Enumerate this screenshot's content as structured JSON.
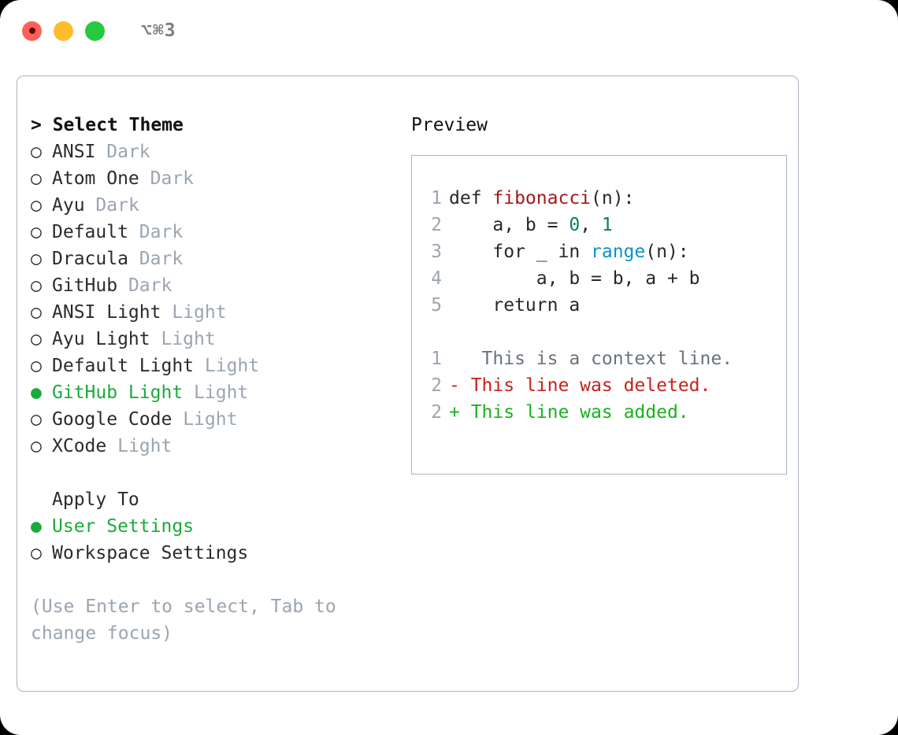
{
  "titlebar": {
    "shortcut": "⌥⌘3",
    "lights": [
      {
        "name": "close",
        "color": "#ff6059"
      },
      {
        "name": "minimize",
        "color": "#ffbd2e"
      },
      {
        "name": "zoom",
        "color": "#28c840"
      }
    ]
  },
  "theme_picker": {
    "header": "> Select Theme",
    "bullet_selected": "●",
    "bullet_unselected": "○",
    "items": [
      {
        "bullet": "○",
        "label": "ANSI",
        "suffix": "Dark",
        "selected": false
      },
      {
        "bullet": "○",
        "label": "Atom One",
        "suffix": "Dark",
        "selected": false
      },
      {
        "bullet": "○",
        "label": "Ayu",
        "suffix": "Dark",
        "selected": false
      },
      {
        "bullet": "○",
        "label": "Default",
        "suffix": "Dark",
        "selected": false
      },
      {
        "bullet": "○",
        "label": "Dracula",
        "suffix": "Dark",
        "selected": false
      },
      {
        "bullet": "○",
        "label": "GitHub",
        "suffix": "Dark",
        "selected": false
      },
      {
        "bullet": "○",
        "label": "ANSI Light",
        "suffix": "Light",
        "selected": false
      },
      {
        "bullet": "○",
        "label": "Ayu Light",
        "suffix": "Light",
        "selected": false
      },
      {
        "bullet": "○",
        "label": "Default Light",
        "suffix": "Light",
        "selected": false
      },
      {
        "bullet": "●",
        "label": "GitHub Light",
        "suffix": "Light",
        "selected": true
      },
      {
        "bullet": "○",
        "label": "Google Code",
        "suffix": "Light",
        "selected": false
      },
      {
        "bullet": "○",
        "label": "XCode",
        "suffix": "Light",
        "selected": false
      }
    ]
  },
  "apply_to": {
    "header": "Apply To",
    "items": [
      {
        "bullet": "●",
        "label": "User Settings",
        "selected": true
      },
      {
        "bullet": "○",
        "label": "Workspace Settings",
        "selected": false
      }
    ]
  },
  "hint": "(Use Enter to select, Tab to\nchange focus)",
  "preview": {
    "title": "Preview",
    "code_lines": [
      {
        "number": "1",
        "tokens": [
          {
            "text": "def ",
            "type": "plain"
          },
          {
            "text": "fibonacci",
            "type": "fn"
          },
          {
            "text": "(n):",
            "type": "plain"
          }
        ]
      },
      {
        "number": "2",
        "tokens": [
          {
            "text": "    a, b = ",
            "type": "plain"
          },
          {
            "text": "0",
            "type": "num"
          },
          {
            "text": ", ",
            "type": "plain"
          },
          {
            "text": "1",
            "type": "num"
          }
        ]
      },
      {
        "number": "3",
        "tokens": [
          {
            "text": "    for _ in ",
            "type": "plain"
          },
          {
            "text": "range",
            "type": "builtin"
          },
          {
            "text": "(n):",
            "type": "plain"
          }
        ]
      },
      {
        "number": "4",
        "tokens": [
          {
            "text": "        a, b = b, a + b",
            "type": "plain"
          }
        ]
      },
      {
        "number": "5",
        "tokens": [
          {
            "text": "    return a",
            "type": "plain"
          }
        ]
      }
    ],
    "diff_lines": [
      {
        "number": "1",
        "marker": " ",
        "text": "  This is a context line.",
        "kind": "ctx"
      },
      {
        "number": "2",
        "marker": "-",
        "text": "This line was deleted.",
        "kind": "del"
      },
      {
        "number": "2",
        "marker": "+",
        "text": "This line was added.",
        "kind": "add"
      }
    ]
  },
  "colors": {
    "accent_green": "#1aab3c",
    "muted": "#9aa5b1",
    "border": "#a9b3c0",
    "syntax_function": "#a01b1b",
    "syntax_number": "#0b7a6e",
    "syntax_builtin": "#0a93c4",
    "diff_added": "#17b31b",
    "diff_deleted": "#c8221a",
    "diff_context": "#6a737d"
  }
}
